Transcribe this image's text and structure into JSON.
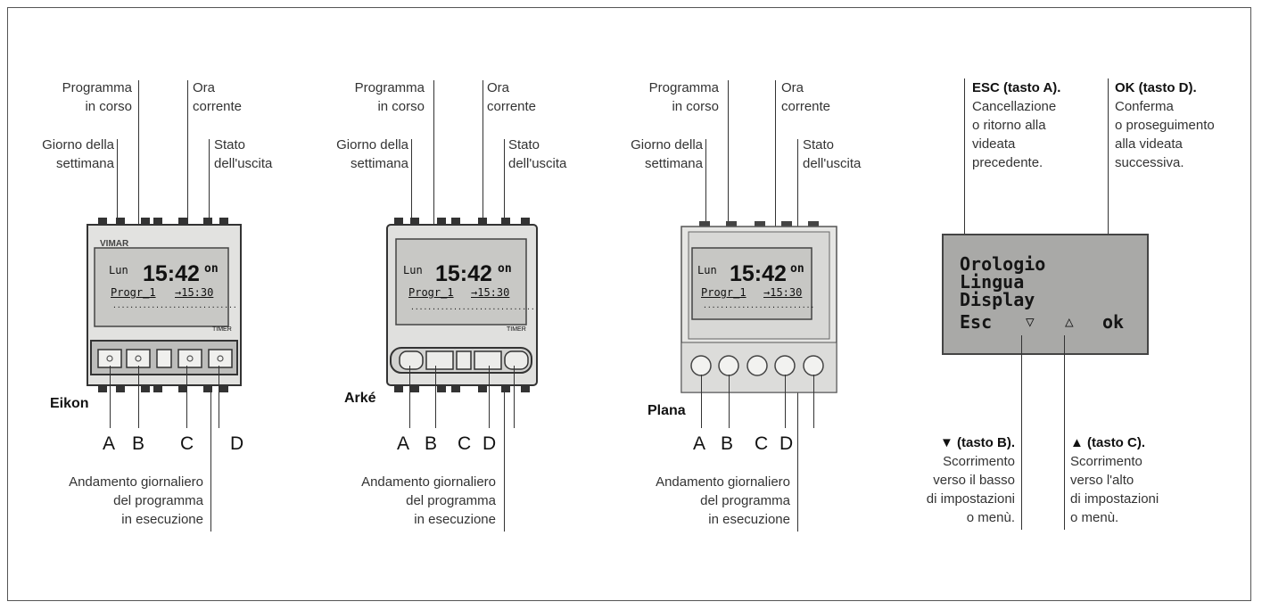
{
  "labels": {
    "programma_line1": "Programma",
    "programma_line2": "in corso",
    "ora_line1": "Ora",
    "ora_line2": "corrente",
    "giorno_line1": "Giorno della",
    "giorno_line2": "settimana",
    "stato_line1": "Stato",
    "stato_line2": "dell'uscita",
    "andamento_line1": "Andamento giornaliero",
    "andamento_line2": "del programma",
    "andamento_line3": "in esecuzione"
  },
  "keys": {
    "a": "A",
    "b": "B",
    "c": "C",
    "d": "D"
  },
  "devices": [
    {
      "model": "Eikon",
      "brand": "VIMAR",
      "day": "Lun",
      "time": "15:42",
      "state": "on",
      "program": "Progr_1",
      "next": "→15:30",
      "mark": "TIMER"
    },
    {
      "model": "Arké",
      "brand": "",
      "day": "Lun",
      "time": "15:42",
      "state": "on",
      "program": "Progr_1",
      "next": "→15:30",
      "mark": "TIMER"
    },
    {
      "model": "Plana",
      "brand": "",
      "day": "Lun",
      "time": "15:42",
      "state": "on",
      "program": "Progr_1",
      "next": "→15:30",
      "mark": ""
    }
  ],
  "menu_display": {
    "items": [
      "Orologio",
      "Lingua",
      "Display"
    ],
    "esc": "Esc",
    "down": "▽",
    "up": "△",
    "ok": "ok"
  },
  "esc_label": {
    "title": "ESC (tasto A).",
    "line1": "Cancellazione",
    "line2": "o ritorno alla",
    "line3": "videata",
    "line4": "precedente."
  },
  "ok_label": {
    "title": "OK (tasto D).",
    "line1": "Conferma",
    "line2": "o proseguimento",
    "line3": "alla videata",
    "line4": "successiva."
  },
  "down_label": {
    "title": "▼ (tasto B).",
    "line1": "Scorrimento",
    "line2": "verso il basso",
    "line3": "di impostazioni",
    "line4": "o menù."
  },
  "up_label": {
    "title": "▲ (tasto C).",
    "line1": "Scorrimento",
    "line2": "verso l'alto",
    "line3": "di impostazioni",
    "line4": "o menù."
  }
}
